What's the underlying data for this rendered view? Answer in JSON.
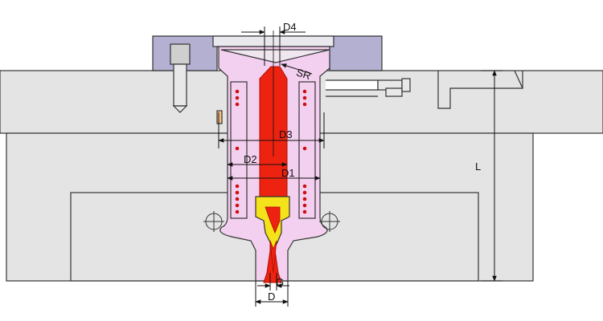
{
  "labels": {
    "D4": "D4",
    "SR": "SR",
    "D3": "D3",
    "D2": "D2",
    "D1": "D1",
    "L": "L",
    "G": "G",
    "D": "D"
  },
  "colors": {
    "mold_plate": "#e4e4e4",
    "clamp_ring": "#b4b0d2",
    "nozzle_body": "#f4d0f0",
    "melt": "#ee2211",
    "heater": "#cc1111",
    "tip_insert": "#f4e21a",
    "outline": "#333333"
  },
  "icons": {
    "locating_mark": "crosshair-circle-icon"
  }
}
